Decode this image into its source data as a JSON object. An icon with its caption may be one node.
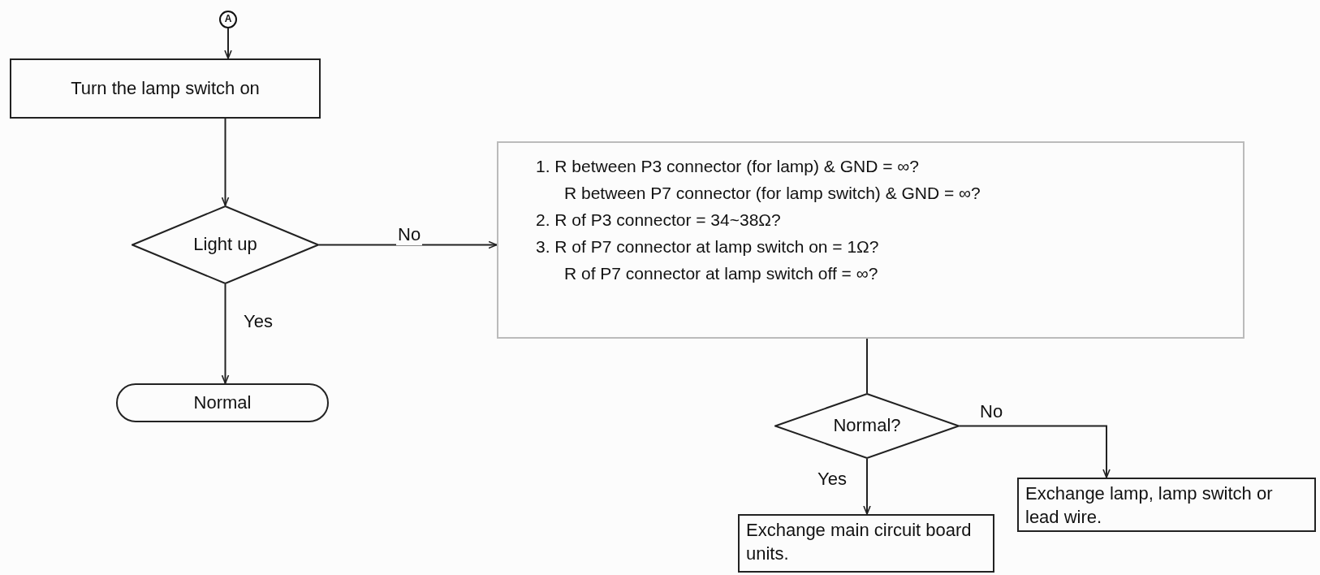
{
  "diagram": {
    "nodes": [
      {
        "text": [
          "A"
        ]
      },
      {
        "text": [
          "Turn the lamp switch on"
        ]
      },
      {
        "text": [
          "Light up"
        ]
      },
      {
        "text": [
          "Normal"
        ]
      },
      {
        "text": [
          "1. R between P3 connector (for lamp) & GND = ∞?",
          "R between P7 connector (for lamp switch) & GND = ∞?",
          "2. R of P3 connector = 34~38Ω?",
          "3. R of P7 connector at lamp switch on = 1Ω?",
          "R of P7 connector at lamp switch off = ∞?"
        ]
      },
      {
        "text": [
          "Normal?"
        ]
      },
      {
        "text": [
          "Exchange main circuit board units."
        ]
      },
      {
        "text": [
          "Exchange lamp, lamp switch or lead wire."
        ]
      }
    ],
    "edges": [
      {
        "from": 0,
        "to": 1,
        "arrow": "to"
      },
      {
        "from": 1,
        "to": 2,
        "arrow": "to"
      },
      {
        "from": 2,
        "to": 4,
        "arrow": "to",
        "label": "No"
      },
      {
        "from": 2,
        "to": 3,
        "arrow": "to",
        "label": "Yes"
      },
      {
        "from": 4,
        "to": 5,
        "arrow": "none"
      },
      {
        "from": 5,
        "to": 6,
        "arrow": "to",
        "label": "Yes"
      },
      {
        "from": 5,
        "to": 7,
        "arrow": "to",
        "label": "No"
      }
    ]
  }
}
